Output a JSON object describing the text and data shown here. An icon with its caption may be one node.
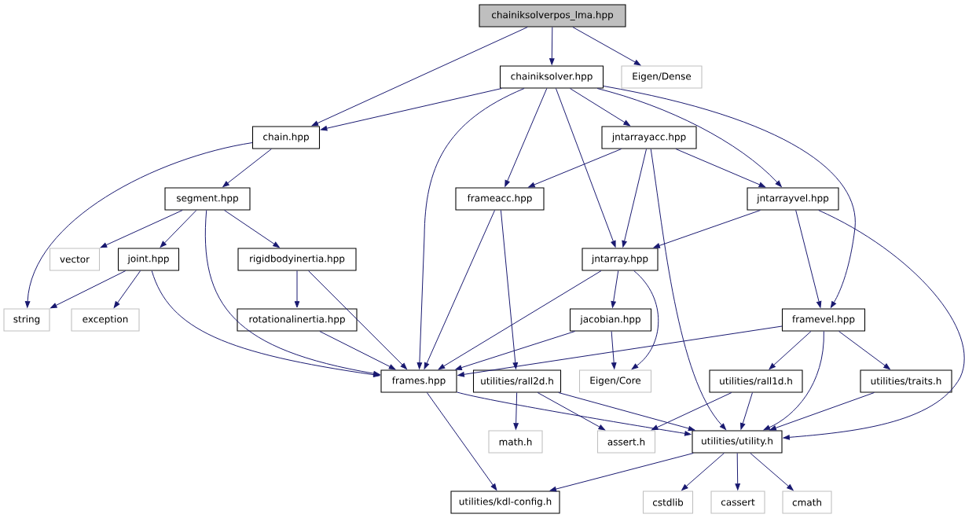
{
  "diagram": {
    "nodes": [
      {
        "text": [
          "chainiksolverpos_lma.hpp"
        ]
      },
      {
        "text": [
          "chainiksolver.hpp"
        ]
      },
      {
        "text": [
          "Eigen/Dense"
        ]
      },
      {
        "text": [
          "chain.hpp"
        ]
      },
      {
        "text": [
          "jntarrayacc.hpp"
        ]
      },
      {
        "text": [
          "segment.hpp"
        ]
      },
      {
        "text": [
          "frameacc.hpp"
        ]
      },
      {
        "text": [
          "jntarrayvel.hpp"
        ]
      },
      {
        "text": [
          "vector"
        ]
      },
      {
        "text": [
          "joint.hpp"
        ]
      },
      {
        "text": [
          "rigidbodyinertia.hpp"
        ]
      },
      {
        "text": [
          "jntarray.hpp"
        ]
      },
      {
        "text": [
          "string"
        ]
      },
      {
        "text": [
          "exception"
        ]
      },
      {
        "text": [
          "rotationalinertia.hpp"
        ]
      },
      {
        "text": [
          "jacobian.hpp"
        ]
      },
      {
        "text": [
          "framevel.hpp"
        ]
      },
      {
        "text": [
          "frames.hpp"
        ]
      },
      {
        "text": [
          "utilities/rall2d.h"
        ]
      },
      {
        "text": [
          "Eigen/Core"
        ]
      },
      {
        "text": [
          "utilities/rall1d.h"
        ]
      },
      {
        "text": [
          "utilities/traits.h"
        ]
      },
      {
        "text": [
          "math.h"
        ]
      },
      {
        "text": [
          "assert.h"
        ]
      },
      {
        "text": [
          "utilities/utility.h"
        ]
      },
      {
        "text": [
          "utilities/kdl-config.h"
        ]
      },
      {
        "text": [
          "cstdlib"
        ]
      },
      {
        "text": [
          "cassert"
        ]
      },
      {
        "text": [
          "cmath"
        ]
      }
    ],
    "edges": [
      {
        "from": 0,
        "to": 1,
        "arrow": "to"
      },
      {
        "from": 0,
        "to": 3,
        "arrow": "to"
      },
      {
        "from": 0,
        "to": 2,
        "arrow": "to"
      },
      {
        "from": 1,
        "to": 3,
        "arrow": "to"
      },
      {
        "from": 1,
        "to": 17,
        "arrow": "to"
      },
      {
        "from": 1,
        "to": 6,
        "arrow": "to"
      },
      {
        "from": 1,
        "to": 11,
        "arrow": "to"
      },
      {
        "from": 1,
        "to": 4,
        "arrow": "to"
      },
      {
        "from": 1,
        "to": 7,
        "arrow": "to"
      },
      {
        "from": 1,
        "to": 16,
        "arrow": "to"
      },
      {
        "from": 3,
        "to": 12,
        "arrow": "to"
      },
      {
        "from": 3,
        "to": 5,
        "arrow": "to"
      },
      {
        "from": 4,
        "to": 6,
        "arrow": "to"
      },
      {
        "from": 4,
        "to": 11,
        "arrow": "to"
      },
      {
        "from": 4,
        "to": 24,
        "arrow": "to"
      },
      {
        "from": 4,
        "to": 7,
        "arrow": "to"
      },
      {
        "from": 5,
        "to": 8,
        "arrow": "to"
      },
      {
        "from": 5,
        "to": 9,
        "arrow": "to"
      },
      {
        "from": 5,
        "to": 10,
        "arrow": "to"
      },
      {
        "from": 5,
        "to": 17,
        "arrow": "to"
      },
      {
        "from": 6,
        "to": 17,
        "arrow": "to"
      },
      {
        "from": 6,
        "to": 18,
        "arrow": "to"
      },
      {
        "from": 7,
        "to": 11,
        "arrow": "to"
      },
      {
        "from": 7,
        "to": 16,
        "arrow": "to"
      },
      {
        "from": 7,
        "to": 24,
        "arrow": "to"
      },
      {
        "from": 9,
        "to": 12,
        "arrow": "to"
      },
      {
        "from": 9,
        "to": 13,
        "arrow": "to"
      },
      {
        "from": 9,
        "to": 17,
        "arrow": "to"
      },
      {
        "from": 10,
        "to": 14,
        "arrow": "to"
      },
      {
        "from": 10,
        "to": 17,
        "arrow": "to"
      },
      {
        "from": 11,
        "to": 17,
        "arrow": "to"
      },
      {
        "from": 11,
        "to": 15,
        "arrow": "to"
      },
      {
        "from": 11,
        "to": 19,
        "arrow": "to"
      },
      {
        "from": 14,
        "to": 17,
        "arrow": "to"
      },
      {
        "from": 15,
        "to": 17,
        "arrow": "to"
      },
      {
        "from": 15,
        "to": 19,
        "arrow": "to"
      },
      {
        "from": 16,
        "to": 17,
        "arrow": "to"
      },
      {
        "from": 16,
        "to": 20,
        "arrow": "to"
      },
      {
        "from": 16,
        "to": 21,
        "arrow": "to"
      },
      {
        "from": 16,
        "to": 24,
        "arrow": "to"
      },
      {
        "from": 17,
        "to": 24,
        "arrow": "to"
      },
      {
        "from": 17,
        "to": 25,
        "arrow": "to"
      },
      {
        "from": 18,
        "to": 22,
        "arrow": "to"
      },
      {
        "from": 18,
        "to": 23,
        "arrow": "to"
      },
      {
        "from": 18,
        "to": 24,
        "arrow": "to"
      },
      {
        "from": 20,
        "to": 23,
        "arrow": "to"
      },
      {
        "from": 20,
        "to": 24,
        "arrow": "to"
      },
      {
        "from": 21,
        "to": 24,
        "arrow": "to"
      },
      {
        "from": 24,
        "to": 25,
        "arrow": "to"
      },
      {
        "from": 24,
        "to": 26,
        "arrow": "to"
      },
      {
        "from": 24,
        "to": 27,
        "arrow": "to"
      },
      {
        "from": 24,
        "to": 28,
        "arrow": "to"
      }
    ]
  }
}
